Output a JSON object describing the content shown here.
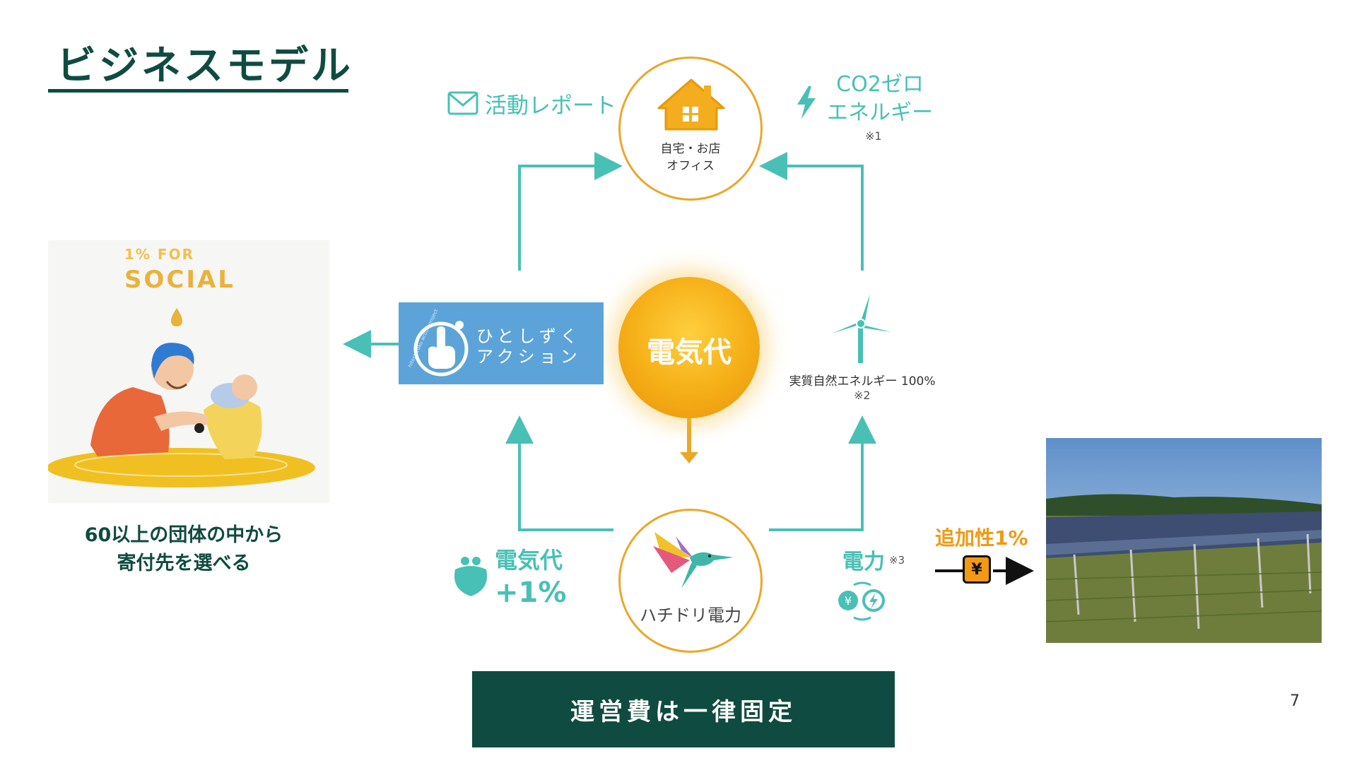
{
  "header": {
    "title": "ビジネスモデル"
  },
  "home": {
    "label_line1": "自宅・お店",
    "label_line2": "オフィス"
  },
  "report": {
    "label": "活動レポート"
  },
  "co2": {
    "line1": "CO2ゼロ",
    "line2": "エネルギー",
    "note": "※1"
  },
  "center": {
    "label": "電気代"
  },
  "hitoshizuku": {
    "line1": "ひとしずく",
    "line2": "アクション",
    "tiny": "hitoshizuku action project"
  },
  "renewable": {
    "label": "実質自然エネルギー 100%",
    "note": "※2"
  },
  "social_card": {
    "small": "1% FOR",
    "big": "SOCIAL"
  },
  "donation": {
    "line1": "60以上の団体の中から",
    "line2": "寄付先を選べる"
  },
  "fee": {
    "line1": "電気代",
    "line2": "+1%"
  },
  "hachidori": {
    "label": "ハチドリ電力"
  },
  "power": {
    "label": "電力",
    "note": "※3"
  },
  "additionality": {
    "label": "追加性1%",
    "yen": "¥"
  },
  "footer": {
    "fixed_cost": "運営費は一律固定",
    "page": "7"
  },
  "colors": {
    "teal": "#49c0b6",
    "dark_green": "#0f4b40",
    "gold": "#eba728",
    "orange": "#f2a118",
    "blue": "#5ca3d9"
  }
}
